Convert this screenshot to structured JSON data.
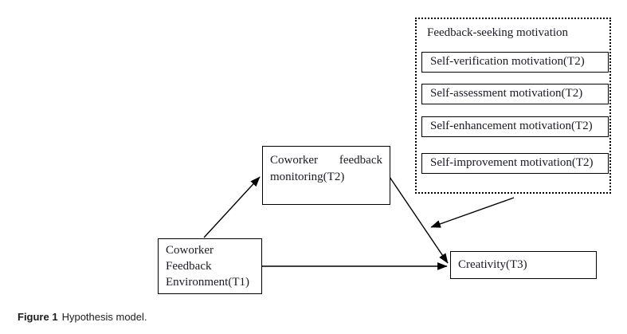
{
  "figure": {
    "caption": {
      "label": "Figure 1",
      "text": "Hypothesis model."
    }
  },
  "diagram": {
    "motivation_group": {
      "title": "Feedback-seeking motivation",
      "items": [
        "Self-verification motivation(T2)",
        "Self-assessment motivation(T2)",
        "Self-enhancement motivation(T2)",
        "Self-improvement motivation(T2)"
      ]
    },
    "nodes": {
      "monitoring": {
        "word1": "Coworker",
        "word2": "feedback",
        "line2": "monitoring(T2)"
      },
      "environment": {
        "line1": "Coworker",
        "line2": "Feedback",
        "line3": "Environment(T1)"
      },
      "creativity": {
        "label": "Creativity(T3)"
      }
    },
    "colors": {
      "text": "#1a1a26",
      "line": "#000000",
      "background": "#ffffff"
    }
  }
}
